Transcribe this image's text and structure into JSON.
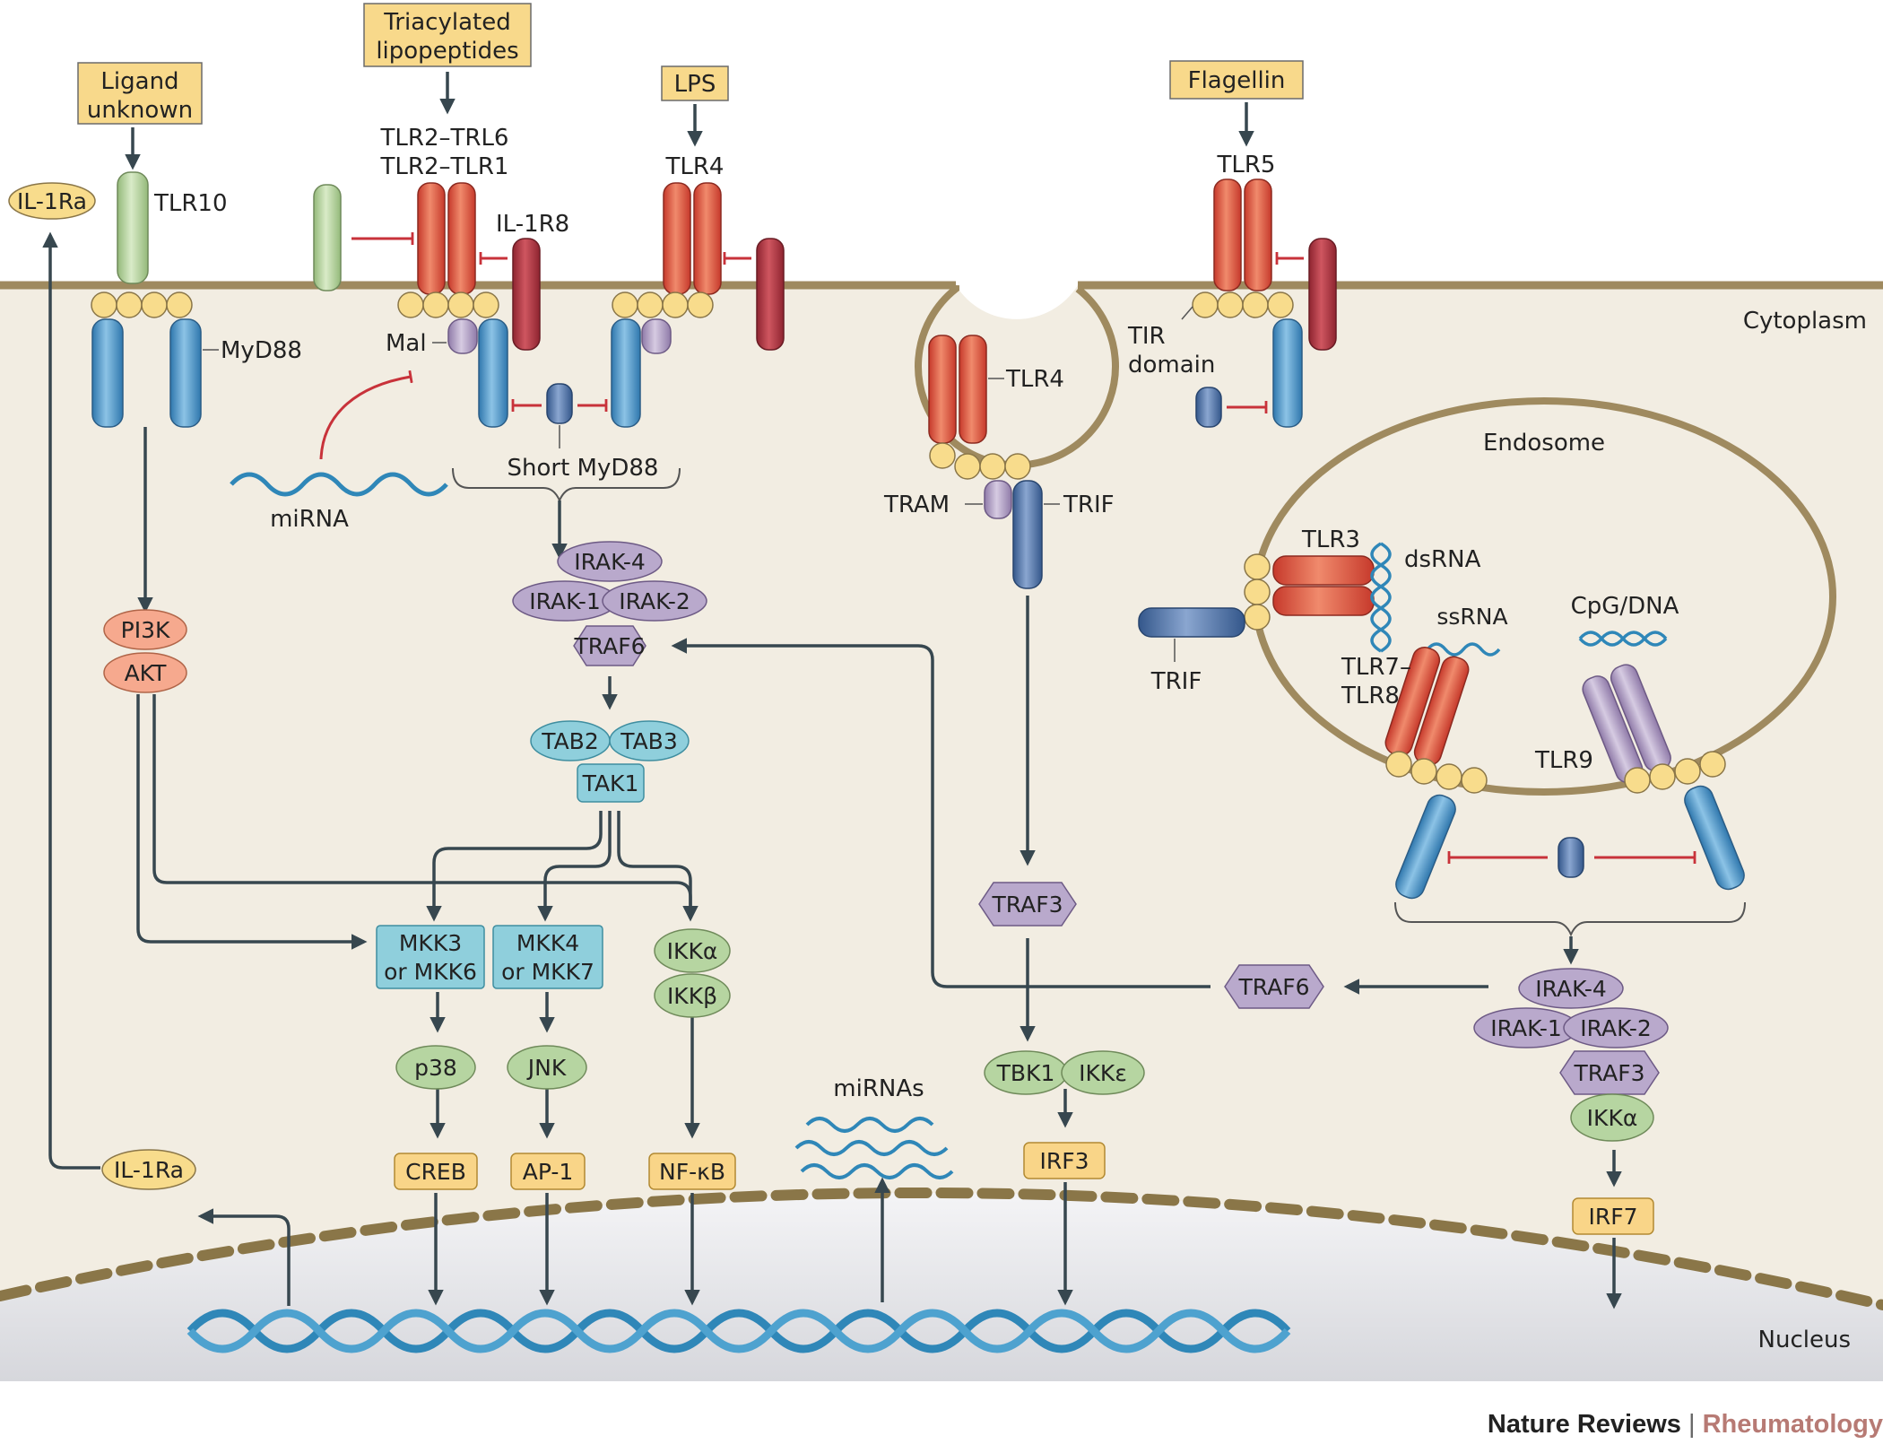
{
  "ligands": {
    "unknown": [
      "Ligand",
      "unknown"
    ],
    "triacyl": [
      "Triacylated",
      "lipopeptides"
    ],
    "lps": "LPS",
    "flagellin": "Flagellin"
  },
  "receptors": {
    "tlr10": "TLR10",
    "tlr2_tlr6": "TLR2–TRL6",
    "tlr2_tlr1": "TLR2–TLR1",
    "tlr4": "TLR4",
    "tlr4_endo": "TLR4",
    "tlr5": "TLR5",
    "tlr3": "TLR3",
    "tlr7_8": [
      "TLR7–",
      "TLR8"
    ],
    "tlr9": "TLR9",
    "il1r8": "IL-1R8"
  },
  "adaptors": {
    "myd88": "MyD88",
    "mal": "Mal",
    "short_myd88": "Short MyD88",
    "tram": "TRAM",
    "trif": "TRIF",
    "trif_endo": "TRIF",
    "tir_domain": [
      "TIR",
      "domain"
    ]
  },
  "compartments": {
    "cytoplasm": "Cytoplasm",
    "endosome": "Endosome",
    "nucleus": "Nucleus"
  },
  "nucleic": {
    "dsrna": "dsRNA",
    "ssrna": "ssRNA",
    "cpg": "CpG/DNA",
    "mirna": "miRNA",
    "mirnas": "miRNAs"
  },
  "proteins": {
    "il1ra_top": "IL-1Ra",
    "il1ra_bottom": "IL-1Ra",
    "pi3k": "PI3K",
    "akt": "AKT",
    "irak4_a": "IRAK-4",
    "irak1_a": "IRAK-1",
    "irak2_a": "IRAK-2",
    "traf6_a": "TRAF6",
    "tab2": "TAB2",
    "tab3": "TAB3",
    "tak1": "TAK1",
    "mkk36": [
      "MKK3",
      "or MKK6"
    ],
    "mkk47": [
      "MKK4",
      "or MKK7"
    ],
    "ikka_a": "IKKα",
    "ikkb": "IKKβ",
    "p38": "p38",
    "jnk": "JNK",
    "creb": "CREB",
    "ap1": "AP-1",
    "nfkb": "NF-κB",
    "traf3_a": "TRAF3",
    "tbk1": "TBK1",
    "ikke": "IKKε",
    "irf3": "IRF3",
    "traf6_b": "TRAF6",
    "irak4_b": "IRAK-4",
    "irak1_b": "IRAK-1",
    "irak2_b": "IRAK-2",
    "traf3_b": "TRAF3",
    "ikka_b": "IKKα",
    "irf7": "IRF7"
  },
  "credit": {
    "publisher": "Nature Reviews",
    "separator": "|",
    "journal": "Rheumatology"
  },
  "colors": {
    "cytoplasm": "#f2ede2",
    "membrane": "#b8a67c",
    "ligand_box": "#f8d98b",
    "receptor_red": "#e0533f",
    "receptor_green": "#b5d39c",
    "receptor_darkred": "#b5373f",
    "adaptor_blue": "#4d94c6",
    "adaptor_navy": "#4b6fa3",
    "purple": "#b9a9cc",
    "teal": "#8fcfdc",
    "green": "#b6d5a1",
    "orange": "#f6a98e",
    "tf_box": "#f9d588",
    "dna": "#2f87b8",
    "inhibit": "#c8323a",
    "arrow": "#37474f"
  }
}
